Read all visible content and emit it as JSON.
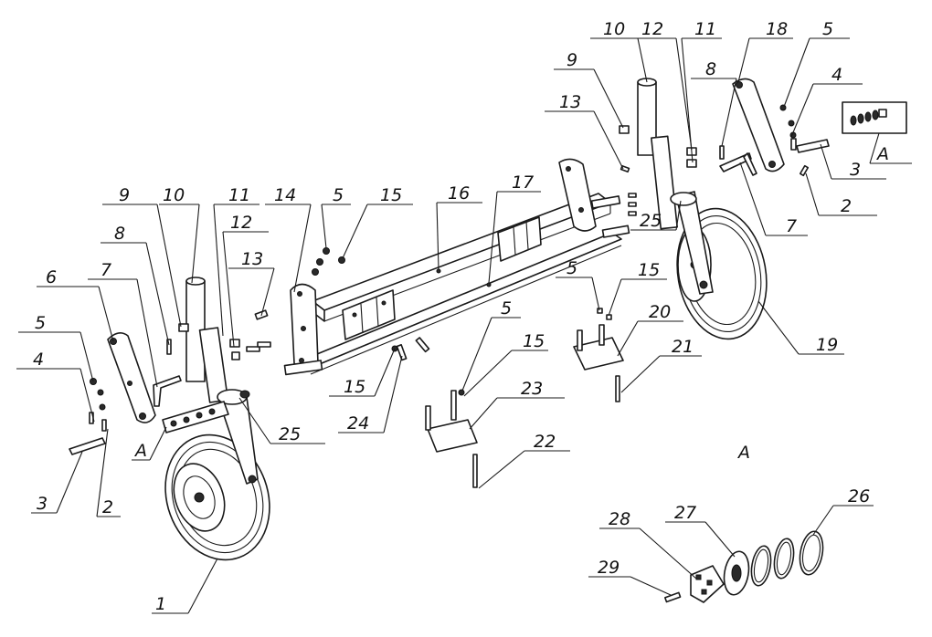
{
  "view_label": "A",
  "detail_ref_label": "A",
  "callouts": [
    {
      "id": "c1",
      "text": "1"
    },
    {
      "id": "c2l",
      "text": "2"
    },
    {
      "id": "c3l",
      "text": "3"
    },
    {
      "id": "c4l",
      "text": "4"
    },
    {
      "id": "c5l",
      "text": "5"
    },
    {
      "id": "c6",
      "text": "6"
    },
    {
      "id": "c7l",
      "text": "7"
    },
    {
      "id": "c8l",
      "text": "8"
    },
    {
      "id": "c9l",
      "text": "9"
    },
    {
      "id": "c10l",
      "text": "10"
    },
    {
      "id": "c11l",
      "text": "11"
    },
    {
      "id": "c12l",
      "text": "12"
    },
    {
      "id": "c13l",
      "text": "13"
    },
    {
      "id": "c14",
      "text": "14"
    },
    {
      "id": "c5a",
      "text": "5"
    },
    {
      "id": "c15a",
      "text": "15"
    },
    {
      "id": "c16",
      "text": "16"
    },
    {
      "id": "c17",
      "text": "17"
    },
    {
      "id": "c15b",
      "text": "15"
    },
    {
      "id": "c24",
      "text": "24"
    },
    {
      "id": "c25l",
      "text": "25"
    },
    {
      "id": "cAl",
      "text": "A"
    },
    {
      "id": "c5b",
      "text": "5"
    },
    {
      "id": "c15c",
      "text": "15"
    },
    {
      "id": "c23",
      "text": "23"
    },
    {
      "id": "c22",
      "text": "22"
    },
    {
      "id": "c5c",
      "text": "5"
    },
    {
      "id": "c15d",
      "text": "15"
    },
    {
      "id": "c20",
      "text": "20"
    },
    {
      "id": "c21",
      "text": "21"
    },
    {
      "id": "c9r",
      "text": "9"
    },
    {
      "id": "c10r",
      "text": "10"
    },
    {
      "id": "c12r",
      "text": "12"
    },
    {
      "id": "c11r",
      "text": "11"
    },
    {
      "id": "c18",
      "text": "18"
    },
    {
      "id": "c5r",
      "text": "5"
    },
    {
      "id": "c4r",
      "text": "4"
    },
    {
      "id": "c13r",
      "text": "13"
    },
    {
      "id": "c8r",
      "text": "8"
    },
    {
      "id": "c3r",
      "text": "3"
    },
    {
      "id": "c2r",
      "text": "2"
    },
    {
      "id": "c7r",
      "text": "7"
    },
    {
      "id": "c25r",
      "text": "25"
    },
    {
      "id": "c19",
      "text": "19"
    },
    {
      "id": "cAr",
      "text": "A"
    },
    {
      "id": "c26",
      "text": "26"
    },
    {
      "id": "c27",
      "text": "27"
    },
    {
      "id": "c28",
      "text": "28"
    },
    {
      "id": "c29",
      "text": "29"
    }
  ]
}
